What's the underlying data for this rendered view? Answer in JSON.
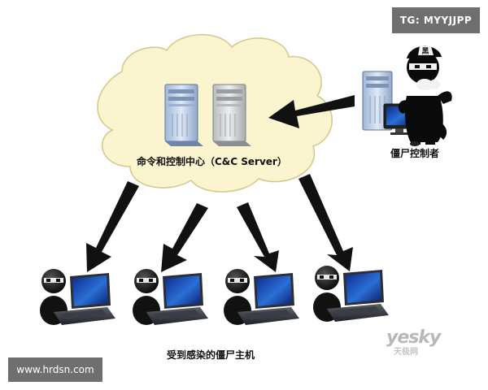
{
  "watermarks": {
    "top_right": "TG: MYYJJPP",
    "bottom_left": "www.hrdsn.com",
    "logo": "yesky",
    "logo_sub": "天极网"
  },
  "diagram": {
    "cc_server_label": "命令和控制中心（C&C Server）",
    "controller_label": "僵尸控制者",
    "hosts_label": "受到感染的僵尸主机",
    "controller_badge": "黑",
    "infected_host_count": 4
  },
  "colors": {
    "cloud_fill": "#fbf5cf",
    "cloud_stroke": "#d6c98f",
    "arrow": "#111111",
    "watermark_box": "#6f6f6f"
  }
}
